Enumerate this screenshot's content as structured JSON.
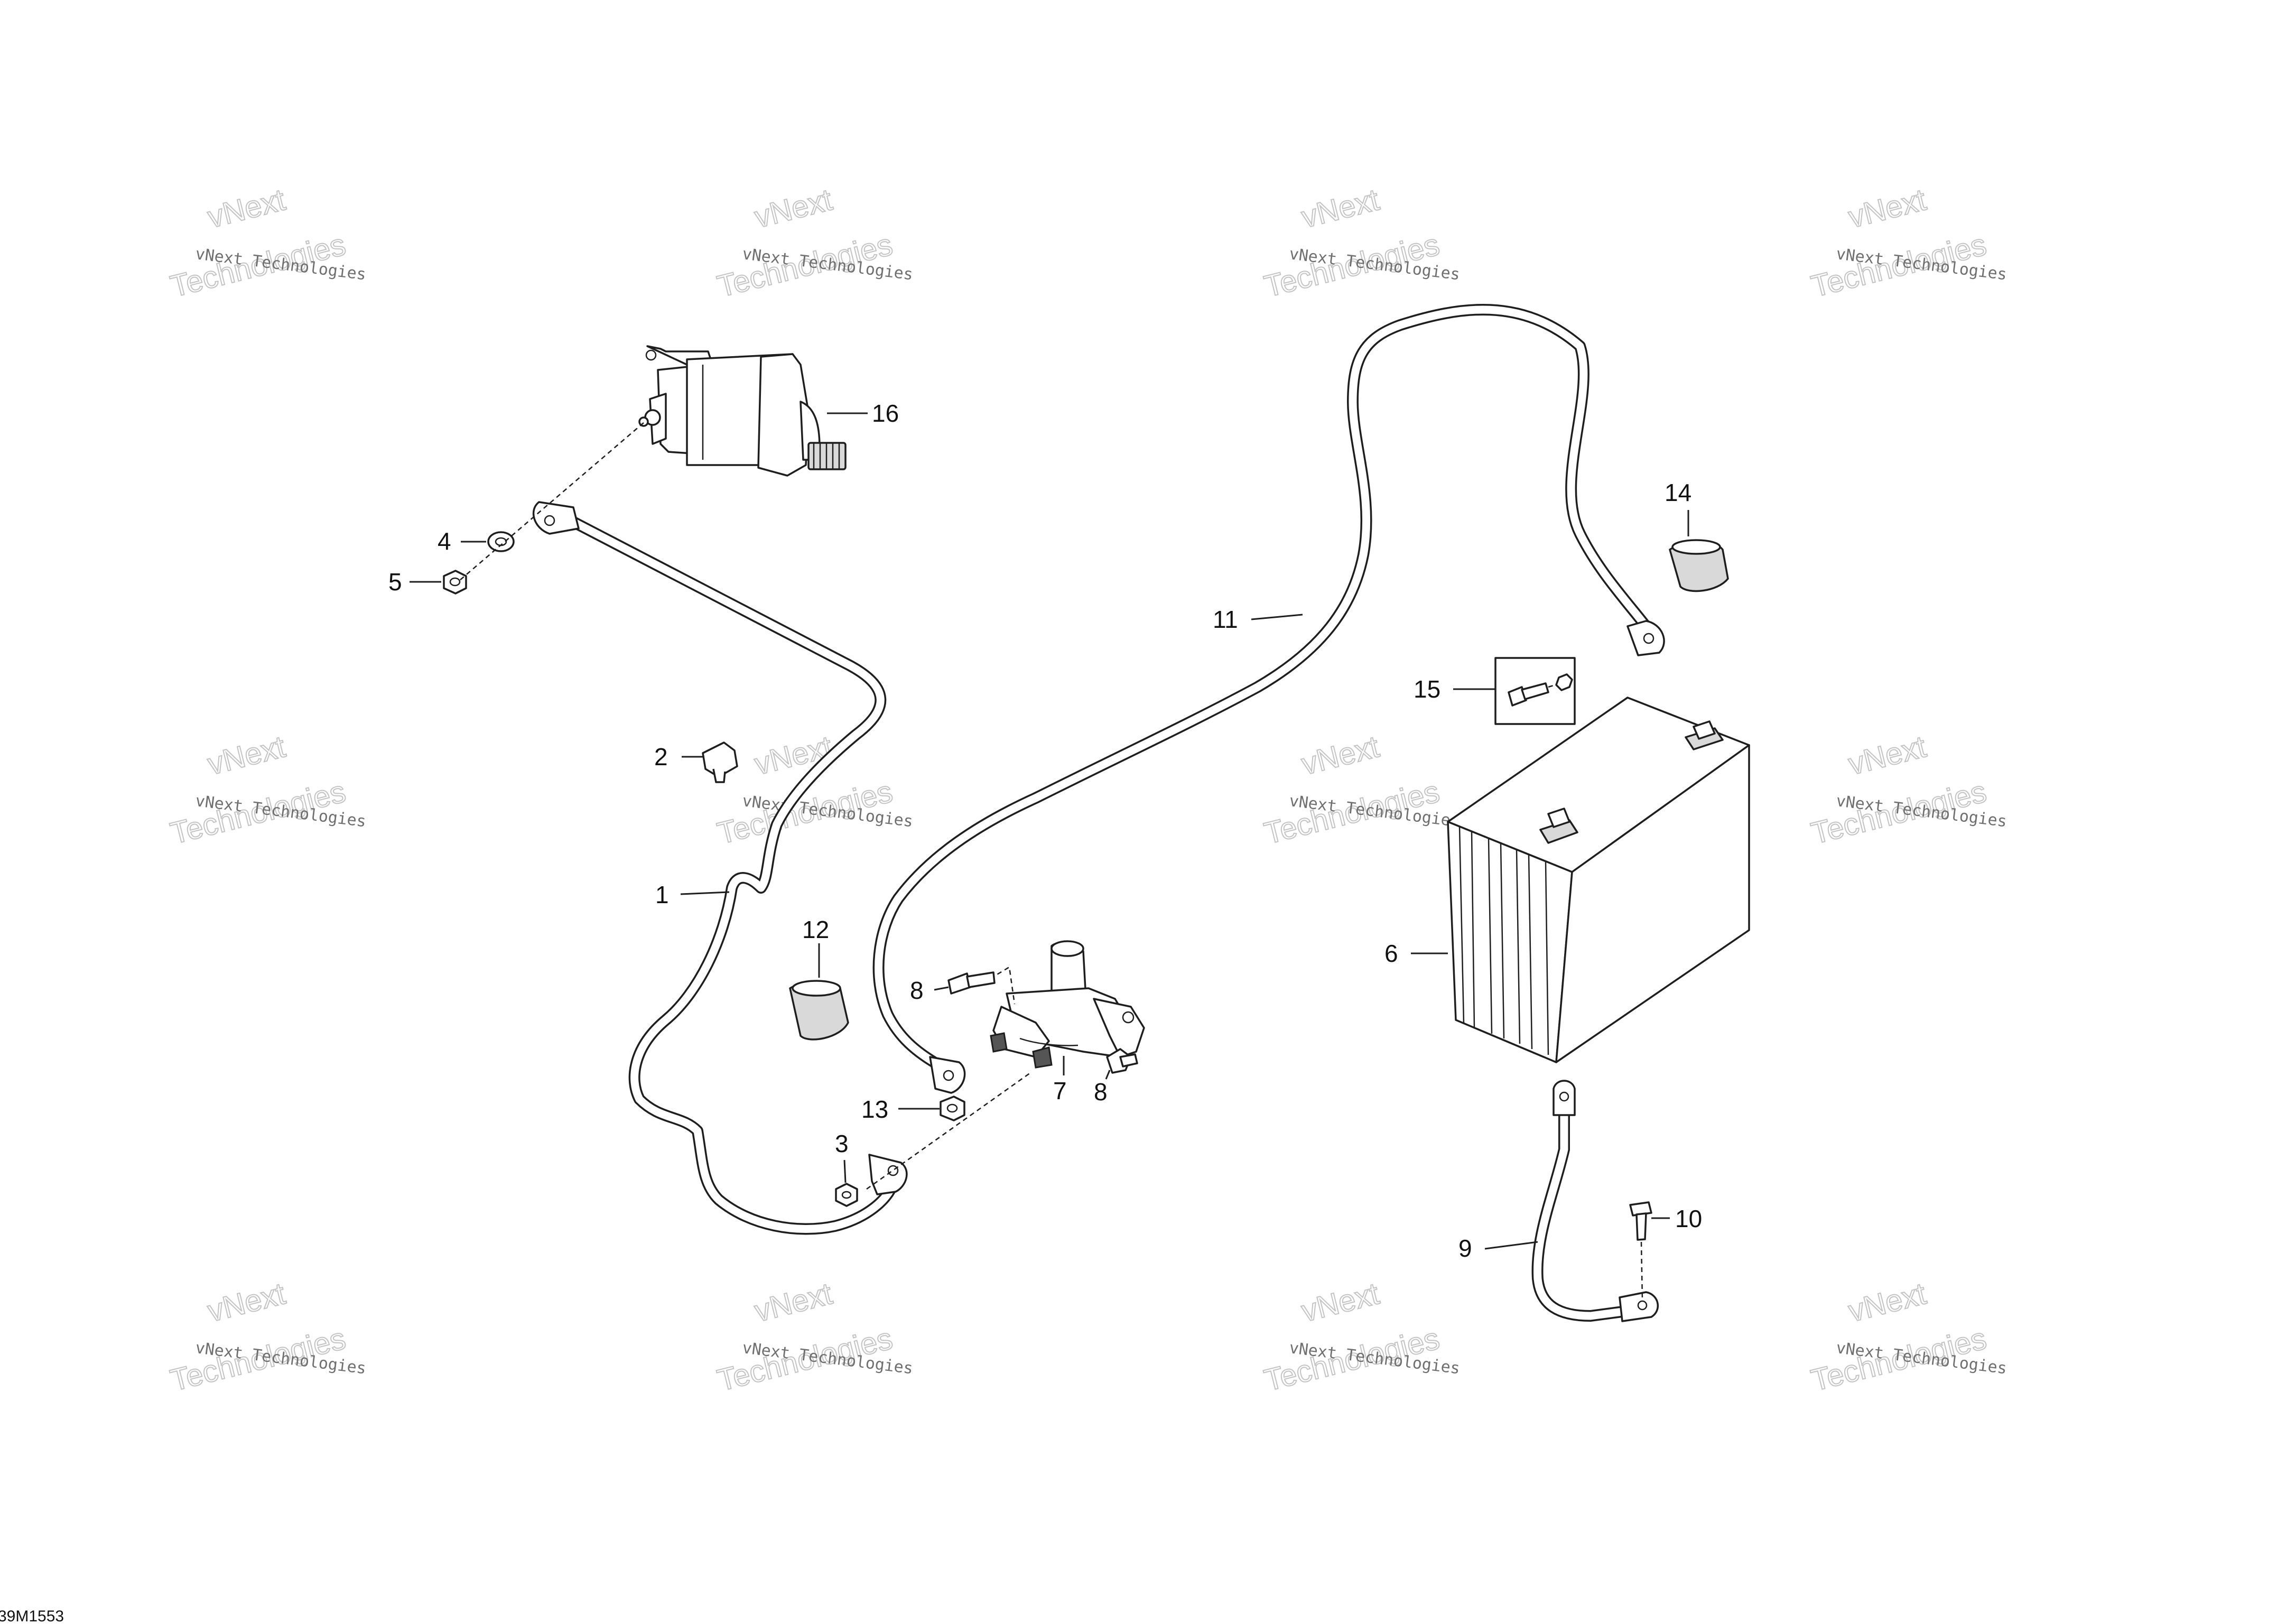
{
  "watermark": {
    "line1": "vNext Technologies",
    "line2": "vNext",
    "line3": "Technologies"
  },
  "reference": "39M1553",
  "callouts": [
    {
      "id": "1",
      "label": "1"
    },
    {
      "id": "2",
      "label": "2"
    },
    {
      "id": "3",
      "label": "3"
    },
    {
      "id": "4",
      "label": "4"
    },
    {
      "id": "5",
      "label": "5"
    },
    {
      "id": "6",
      "label": "6"
    },
    {
      "id": "7",
      "label": "7"
    },
    {
      "id": "8a",
      "label": "8"
    },
    {
      "id": "8b",
      "label": "8"
    },
    {
      "id": "9",
      "label": "9"
    },
    {
      "id": "10",
      "label": "10"
    },
    {
      "id": "11",
      "label": "11"
    },
    {
      "id": "12",
      "label": "12"
    },
    {
      "id": "13",
      "label": "13"
    },
    {
      "id": "14",
      "label": "14"
    },
    {
      "id": "15",
      "label": "15"
    },
    {
      "id": "16",
      "label": "16"
    }
  ]
}
